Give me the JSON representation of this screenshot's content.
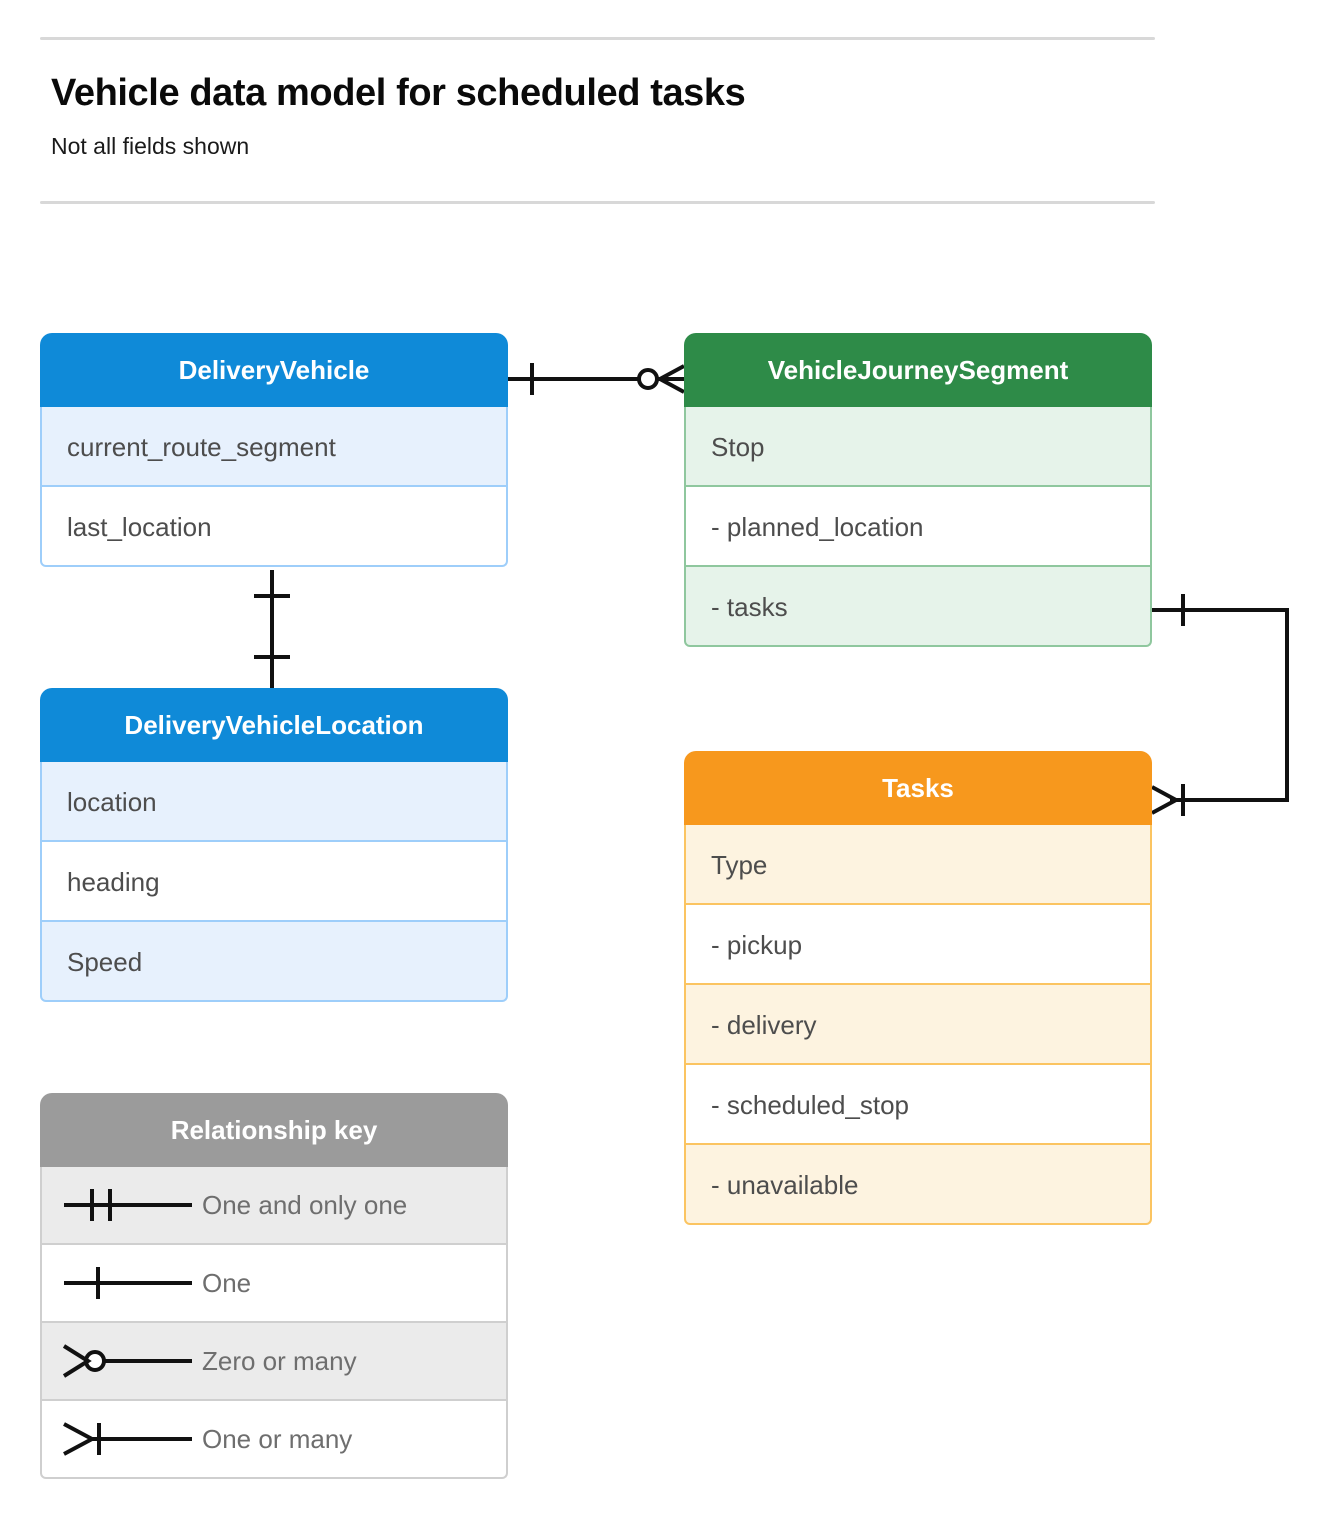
{
  "header": {
    "title": "Vehicle data model for scheduled tasks",
    "subtitle": "Not all fields shown"
  },
  "entities": {
    "delivery_vehicle": {
      "name": "DeliveryVehicle",
      "color": "#0f8ad8",
      "rows": [
        "current_route_segment",
        "last_location"
      ]
    },
    "vehicle_journey_segment": {
      "name": "VehicleJourneySegment",
      "color": "#2e8b48",
      "rows": [
        "Stop",
        "-  planned_location",
        "- tasks"
      ]
    },
    "delivery_vehicle_location": {
      "name": "DeliveryVehicleLocation",
      "color": "#0f8ad8",
      "rows": [
        "location",
        "heading",
        "Speed"
      ]
    },
    "tasks": {
      "name": "Tasks",
      "color": "#f7981d",
      "rows": [
        "Type",
        "-  pickup",
        "-  delivery",
        "-  scheduled_stop",
        "-  unavailable"
      ]
    }
  },
  "legend": {
    "title": "Relationship key",
    "color": "#9b9b9b",
    "items": [
      {
        "symbol": "one-and-only-one-symbol",
        "label": "One and only one"
      },
      {
        "symbol": "one-symbol",
        "label": "One"
      },
      {
        "symbol": "zero-or-many-symbol",
        "label": "Zero or many"
      },
      {
        "symbol": "one-or-many-symbol",
        "label": "One or many"
      }
    ]
  },
  "relationships": [
    {
      "from": "DeliveryVehicle",
      "to": "VehicleJourneySegment",
      "from_cardinality": "One",
      "to_cardinality": "Zero or many"
    },
    {
      "from": "DeliveryVehicle",
      "to": "DeliveryVehicleLocation",
      "from_cardinality": "One",
      "to_cardinality": "One"
    },
    {
      "from": "VehicleJourneySegment.tasks",
      "to": "Tasks",
      "from_cardinality": "One",
      "to_cardinality": "One or many"
    }
  ]
}
